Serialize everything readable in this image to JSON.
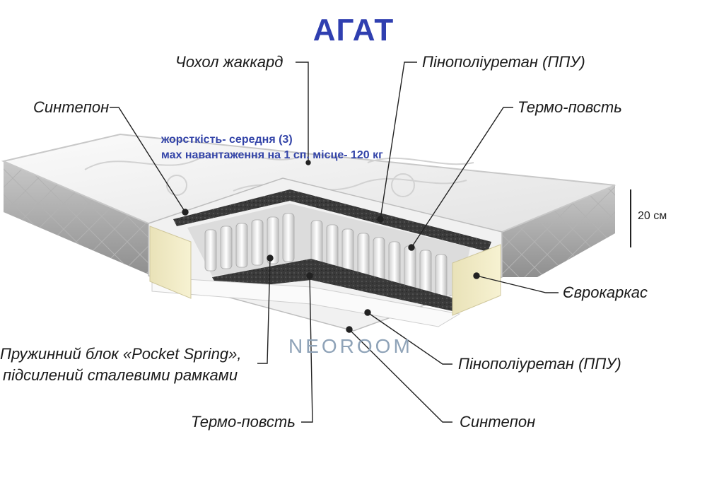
{
  "title": "АГАТ",
  "specs": {
    "hardness": "жорсткість- середня (3)",
    "max_load": "мах навантаження на 1 сп. місце- 120 кг"
  },
  "dimension": {
    "height_label": "20 см"
  },
  "brand": "NEOROOM",
  "labels": {
    "cover": "Чохол жаккард",
    "ppu_top": "Пінополіуретан (ППУ)",
    "sintepon_top": "Синтепон",
    "thermo_felt_top": "Термо-повсть",
    "eurocarcass": "Єврокаркас",
    "spring_line1": "Пружинний блок «Pocket Spring»,",
    "spring_line2": "підсилений сталевими рамками",
    "ppu_bottom": "Пінополіуретан (ППУ)",
    "thermo_felt_bottom": "Термо-повсть",
    "sintepon_bottom": "Синтепон"
  },
  "colors": {
    "title": "#2f3fb0",
    "specs": "#3344a8",
    "brand": "#8fa3b8",
    "leader": "#222222"
  }
}
